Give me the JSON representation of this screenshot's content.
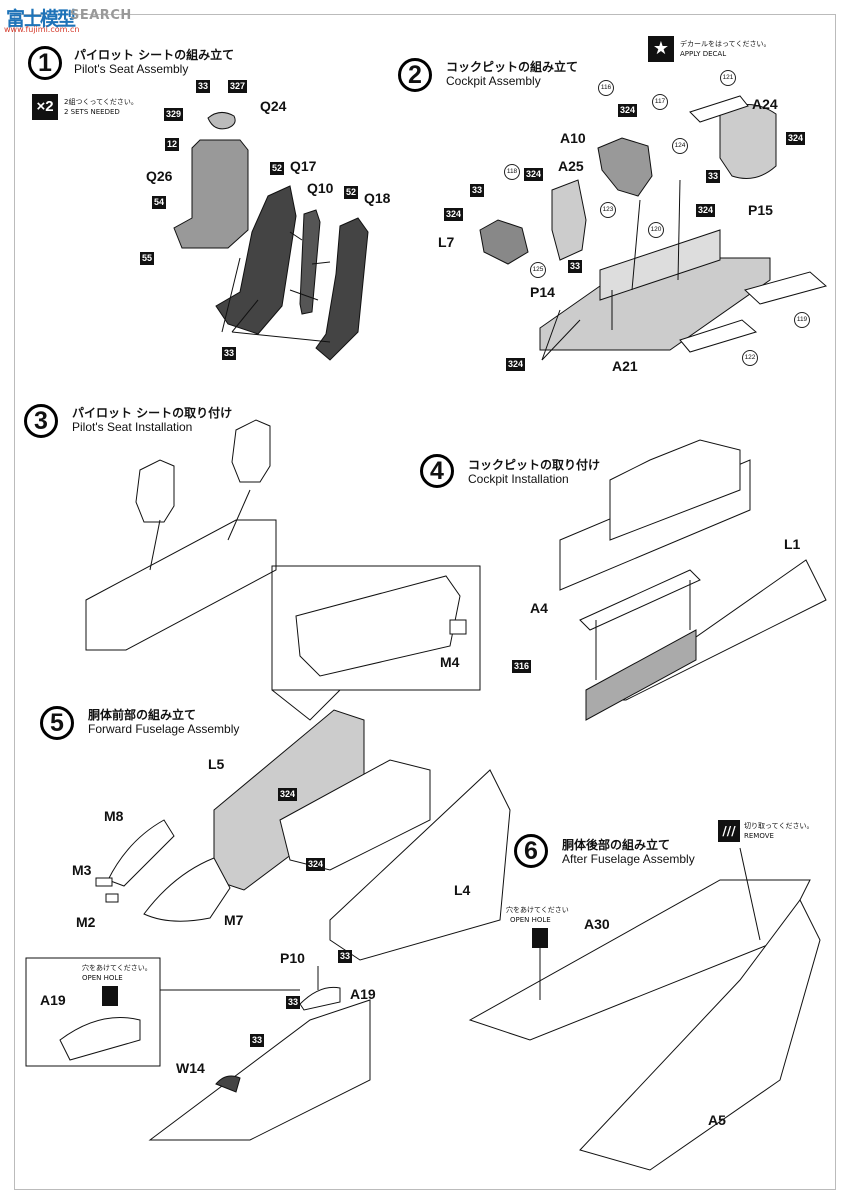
{
  "watermark": {
    "ja": "富士模型",
    "en": "SEARCH",
    "url": "www.fujimi.com.cn"
  },
  "steps": [
    {
      "num": "1",
      "title_ja": "パイロット シートの組み立て",
      "title_en": "Pilot's Seat Assembly"
    },
    {
      "num": "2",
      "title_ja": "コックピットの組み立て",
      "title_en": "Cockpit Assembly"
    },
    {
      "num": "3",
      "title_ja": "パイロット シートの取り付け",
      "title_en": "Pilot's Seat Installation"
    },
    {
      "num": "4",
      "title_ja": "コックピットの取り付け",
      "title_en": "Cockpit Installation"
    },
    {
      "num": "5",
      "title_ja": "胴体前部の組み立て",
      "title_en": "Forward Fuselage Assembly"
    },
    {
      "num": "6",
      "title_ja": "胴体後部の組み立て",
      "title_en": "After Fuselage Assembly"
    }
  ],
  "notes": {
    "x2": "×2",
    "sets_ja": "2組つくってください。",
    "sets_en": "2 SETS NEEDED",
    "decal_ja": "デカールをはってください。",
    "decal_en": "APPLY DECAL",
    "remove_ja": "切り取ってください。",
    "remove_en": "REMOVE",
    "hole_ja": "穴をあけてください",
    "hole_en": "OPEN HOLE",
    "hole5_ja": "穴をあけてください。",
    "hole5_en": "OPEN HOLE"
  },
  "icons": {
    "decal": "star-icon",
    "remove": "knife-icon",
    "hole": "drill-icon"
  },
  "colors": {
    "ink": "#111111",
    "part_fill": "#c9c9c9",
    "dark_part": "#3a3a3a"
  },
  "part_labels": {
    "s1": [
      "Q24",
      "Q26",
      "Q17",
      "Q10",
      "Q18"
    ],
    "s2": [
      "A10",
      "A24",
      "A25",
      "P15",
      "L7",
      "P14",
      "A21"
    ],
    "s4": [
      "L1",
      "A4"
    ],
    "s5": [
      "M4",
      "L5",
      "M8",
      "M3",
      "M2",
      "M7",
      "L4",
      "P10",
      "A19",
      "A19",
      "W14"
    ],
    "s6": [
      "A30",
      "A5"
    ]
  },
  "color_codes": {
    "s1": [
      "33",
      "327",
      "329",
      "12",
      "52",
      "54",
      "55",
      "52",
      "33"
    ],
    "s2": [
      "324",
      "324",
      "33",
      "324",
      "33",
      "324",
      "33",
      "324",
      "324"
    ],
    "s4": [
      "316"
    ],
    "s5": [
      "324",
      "324",
      "33",
      "33",
      "33"
    ]
  },
  "decal_numbers": [
    "116",
    "117",
    "121",
    "124",
    "118",
    "123",
    "120",
    "125",
    "119",
    "122"
  ]
}
